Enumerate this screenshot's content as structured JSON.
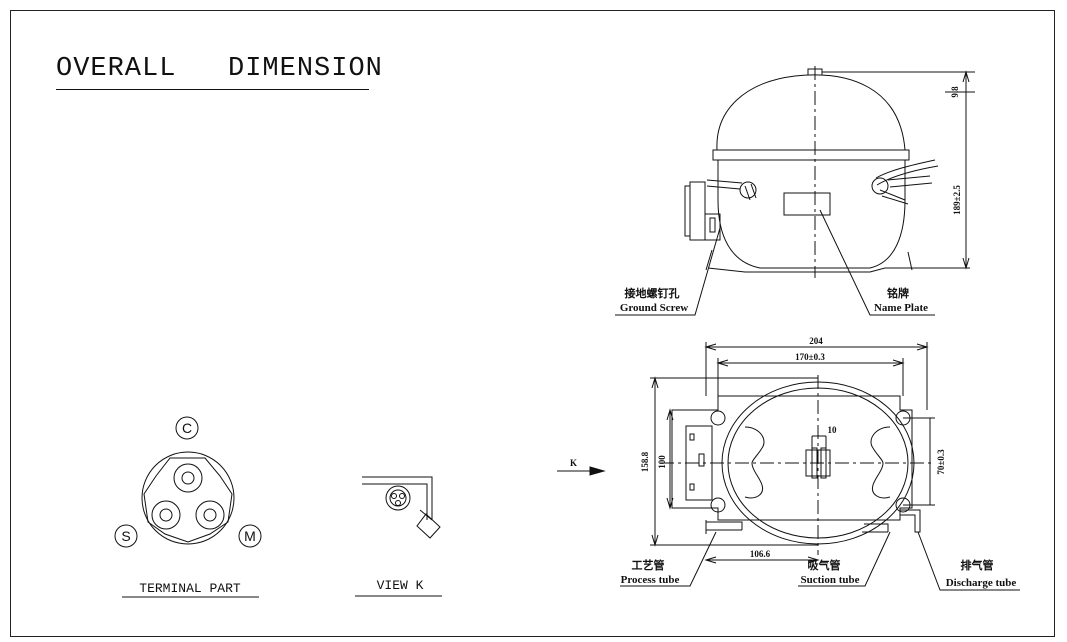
{
  "title": "OVERALL   DIMENSION",
  "captions": {
    "terminal": "TERMINAL PART",
    "view": "VIEW  K"
  },
  "terminal_pins": {
    "c": "C",
    "s": "S",
    "m": "M"
  },
  "arrow_label": "K",
  "side_view": {
    "ground_screw_cn": "接地螺钉孔",
    "ground_screw_en": "Ground Screw",
    "name_plate_cn": "铭牌",
    "name_plate_en": "Name Plate",
    "height": "189±2.5",
    "top_offset": "9.8"
  },
  "top_view": {
    "width_outer": "204",
    "width_inner": "170±0.3",
    "depth_outer": "158.8",
    "depth_inner": "100",
    "side_offset": "70±0.3",
    "pin_spacing": "10",
    "bottom_offset": "106.6",
    "process_cn": "工艺管",
    "process_en": "Process tube",
    "suction_cn": "吸气管",
    "suction_en": "Suction tube",
    "discharge_cn": "排气管",
    "discharge_en": "Discharge tube"
  }
}
